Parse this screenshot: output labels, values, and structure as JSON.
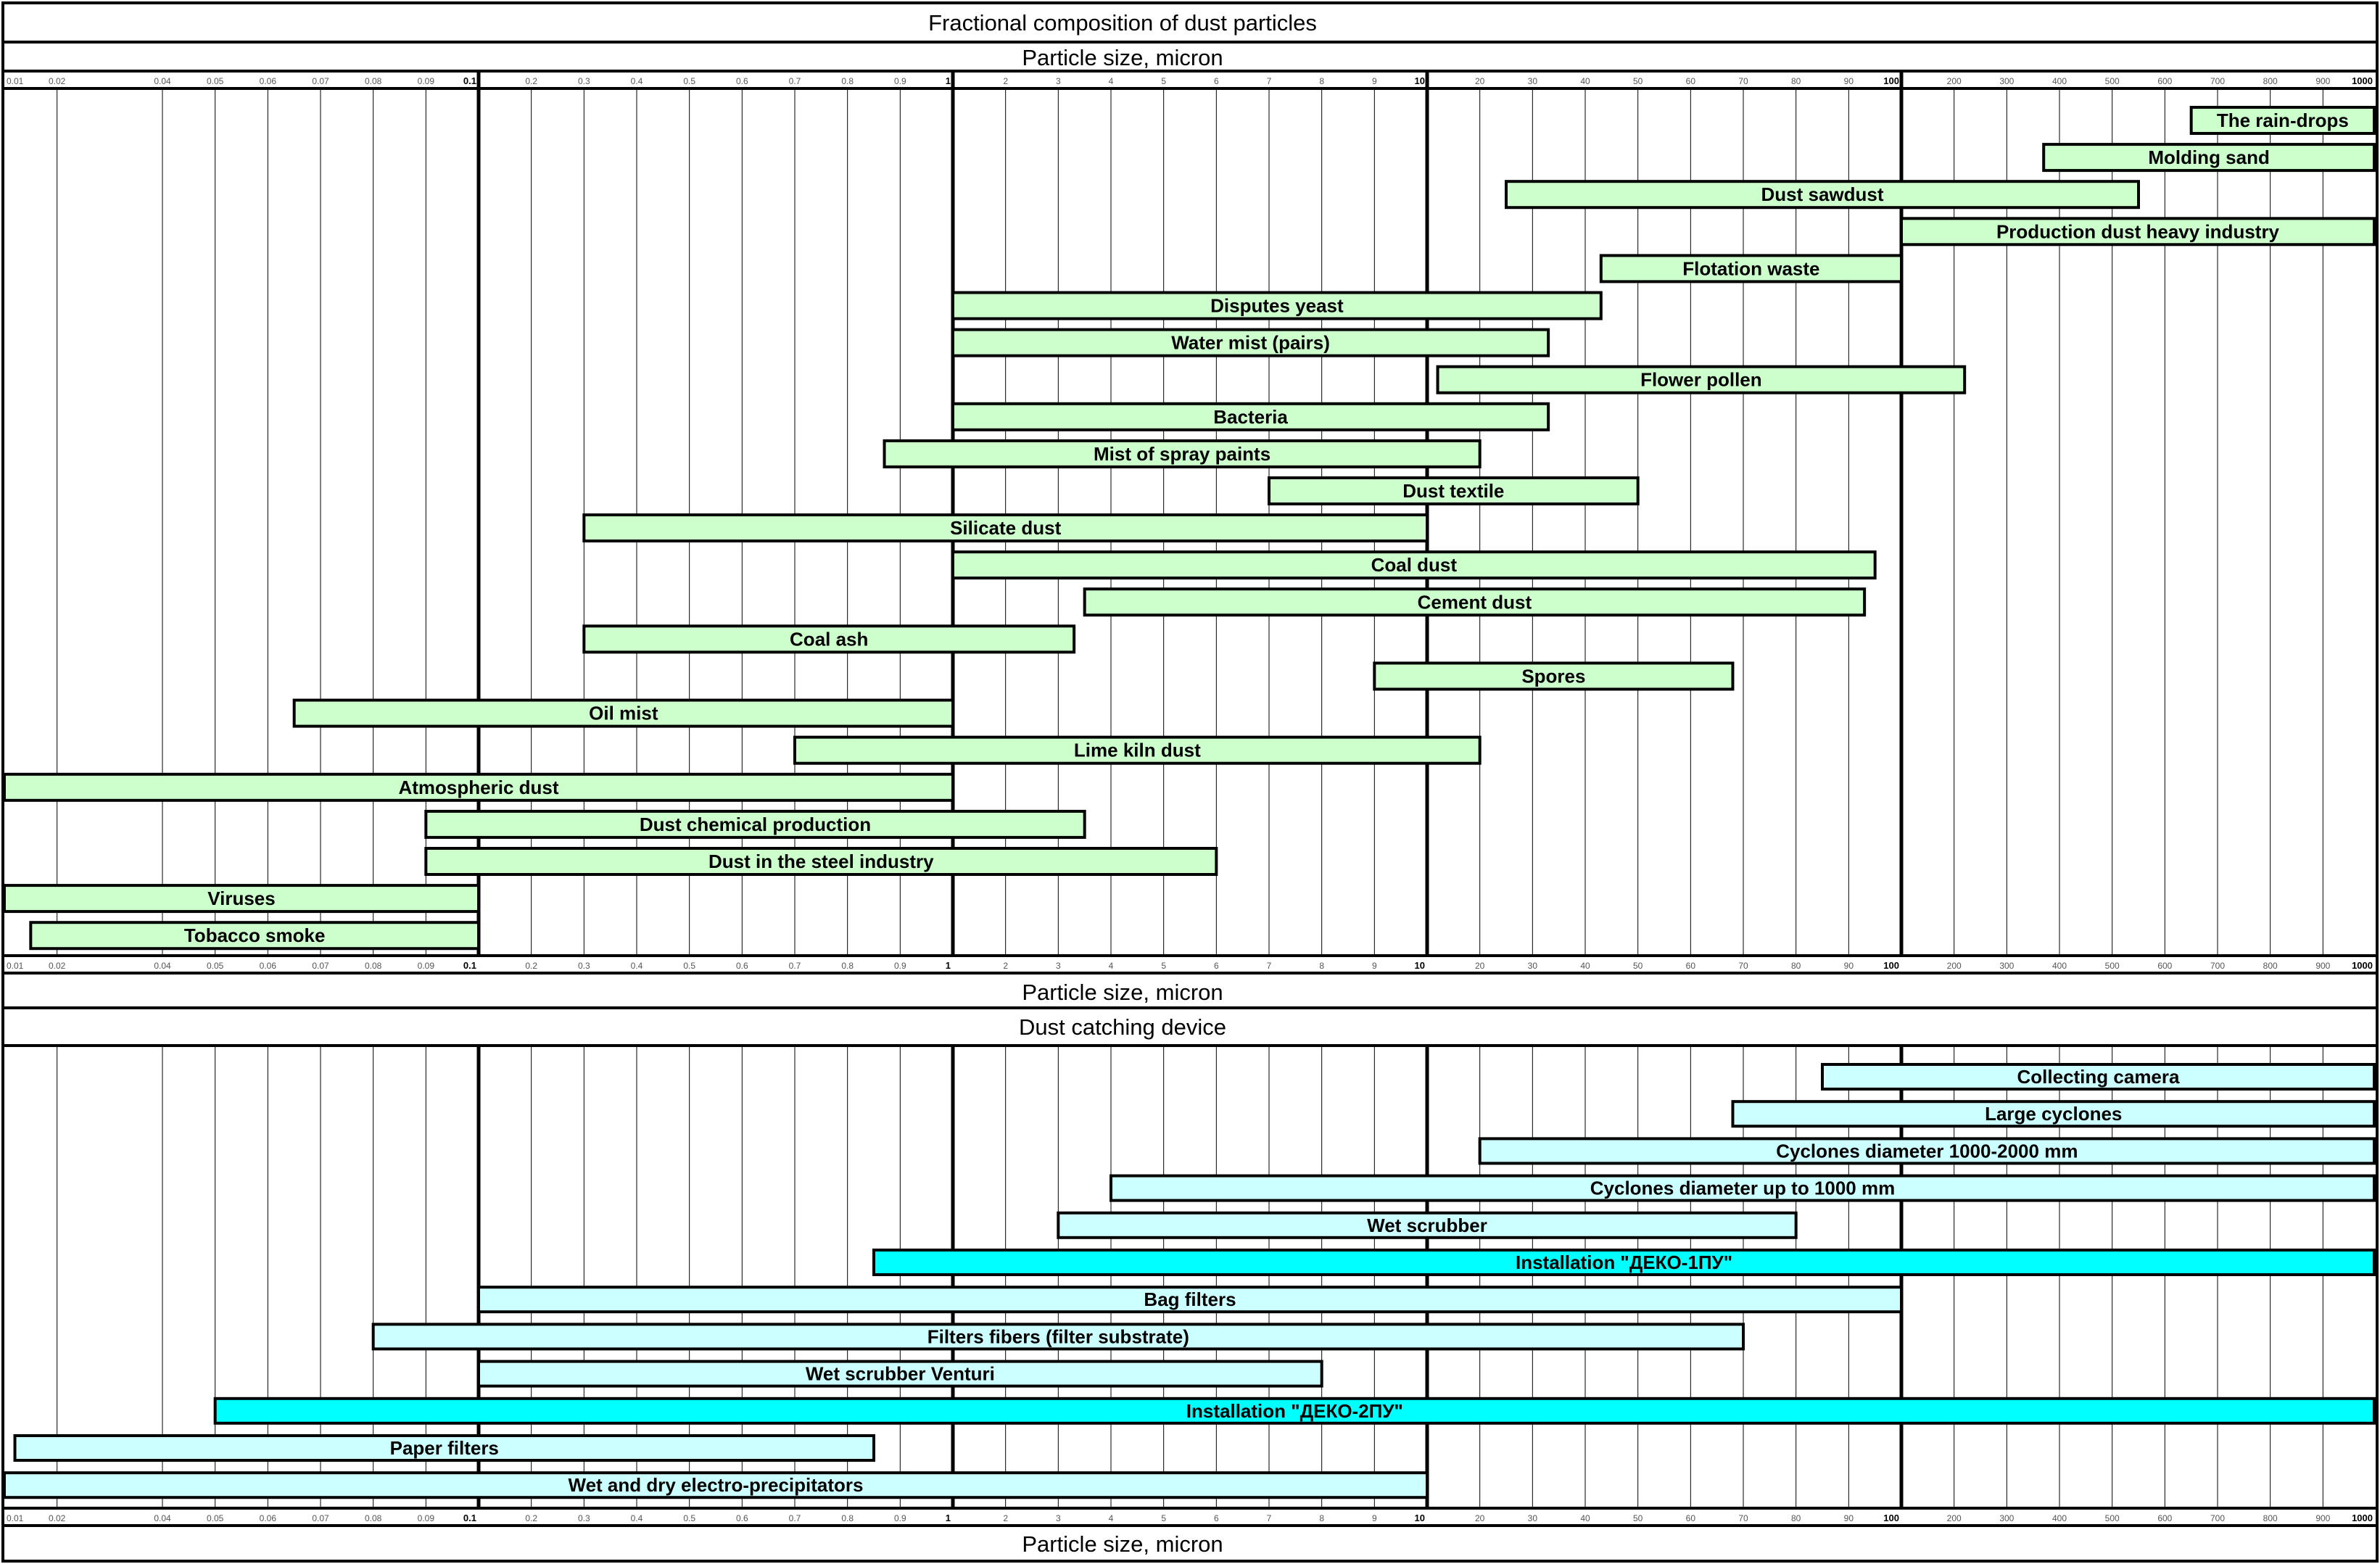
{
  "chart_data": [
    {
      "type": "bar",
      "subtype": "range",
      "title": "Fractional composition of dust particles",
      "xlabel": "Particle size, micron",
      "xscale": "log-decade",
      "xlim": [
        0.01,
        1000
      ],
      "ticks": [
        "0.01",
        "0.02",
        "0.04",
        "0.05",
        "0.06",
        "0.07",
        "0.08",
        "0.09",
        "0.1",
        "0.2",
        "0.3",
        "0.4",
        "0.5",
        "0.6",
        "0.7",
        "0.8",
        "0.9",
        "1",
        "2",
        "3",
        "4",
        "5",
        "6",
        "7",
        "8",
        "9",
        "10",
        "20",
        "30",
        "40",
        "50",
        "60",
        "70",
        "80",
        "90",
        "100",
        "200",
        "300",
        "400",
        "500",
        "600",
        "700",
        "800",
        "900",
        "1000"
      ],
      "grid": true,
      "bar_color": "#ccffcc",
      "ranges": [
        {
          "label": "The rain-drops",
          "from": 650,
          "to": 1000
        },
        {
          "label": "Molding sand",
          "from": 370,
          "to": 1000
        },
        {
          "label": "Dust sawdust",
          "from": 25,
          "to": 550
        },
        {
          "label": "Production dust heavy industry",
          "from": 100,
          "to": 1000
        },
        {
          "label": "Flotation waste",
          "from": 43,
          "to": 100
        },
        {
          "label": "Disputes yeast",
          "from": 1,
          "to": 43
        },
        {
          "label": "Water mist (pairs)",
          "from": 1,
          "to": 33
        },
        {
          "label": "Flower pollen",
          "from": 12,
          "to": 220
        },
        {
          "label": "Bacteria",
          "from": 1,
          "to": 33
        },
        {
          "label": "Mist of spray paints",
          "from": 0.87,
          "to": 20
        },
        {
          "label": "Dust textile",
          "from": 7,
          "to": 50
        },
        {
          "label": "Silicate dust",
          "from": 0.3,
          "to": 10
        },
        {
          "label": "Coal dust",
          "from": 1,
          "to": 95
        },
        {
          "label": "Cement dust",
          "from": 3.5,
          "to": 93
        },
        {
          "label": "Coal ash",
          "from": 0.3,
          "to": 3.3
        },
        {
          "label": "Spores",
          "from": 9,
          "to": 68
        },
        {
          "label": "Oil mist",
          "from": 0.065,
          "to": 1
        },
        {
          "label": "Lime kiln dust",
          "from": 0.7,
          "to": 20
        },
        {
          "label": "Atmospheric dust",
          "from": 0.01,
          "to": 1
        },
        {
          "label": "Dust chemical production",
          "from": 0.09,
          "to": 3.5
        },
        {
          "label": "Dust in the steel industry",
          "from": 0.09,
          "to": 6
        },
        {
          "label": "Viruses",
          "from": 0.01,
          "to": 0.1
        },
        {
          "label": "Tobacco smoke",
          "from": 0.015,
          "to": 0.1
        }
      ]
    },
    {
      "type": "bar",
      "subtype": "range",
      "title": "Dust catching device",
      "xlabel": "Particle size, micron",
      "xscale": "log-decade",
      "xlim": [
        0.01,
        1000
      ],
      "grid": true,
      "bar_color": "#ccffff",
      "highlight_color": "#00ffff",
      "ranges": [
        {
          "label": "Collecting camera",
          "from": 85,
          "to": 1000,
          "highlight": false
        },
        {
          "label": "Large cyclones",
          "from": 68,
          "to": 1000,
          "highlight": false
        },
        {
          "label": "Cyclones diameter 1000-2000 mm",
          "from": 20,
          "to": 1000,
          "highlight": false
        },
        {
          "label": "Cyclones diameter up to 1000 mm",
          "from": 4,
          "to": 1000,
          "highlight": false
        },
        {
          "label": "Wet scrubber",
          "from": 3,
          "to": 80,
          "highlight": false
        },
        {
          "label": "Installation \"ДЕКО-1ПУ\"",
          "from": 0.85,
          "to": 1000,
          "highlight": true
        },
        {
          "label": "Bag filters",
          "from": 0.1,
          "to": 100,
          "highlight": false
        },
        {
          "label": "Filters fibers (filter substrate)",
          "from": 0.08,
          "to": 70,
          "highlight": false
        },
        {
          "label": "Wet scrubber Venturi",
          "from": 0.1,
          "to": 8,
          "highlight": false
        },
        {
          "label": "Installation \"ДЕКО-2ПУ\"",
          "from": 0.05,
          "to": 1000,
          "highlight": true
        },
        {
          "label": "Paper filters",
          "from": 0.012,
          "to": 0.85,
          "highlight": false
        },
        {
          "label": "Wet and dry electro-precipitators",
          "from": 0.01,
          "to": 10,
          "highlight": false
        }
      ]
    }
  ]
}
